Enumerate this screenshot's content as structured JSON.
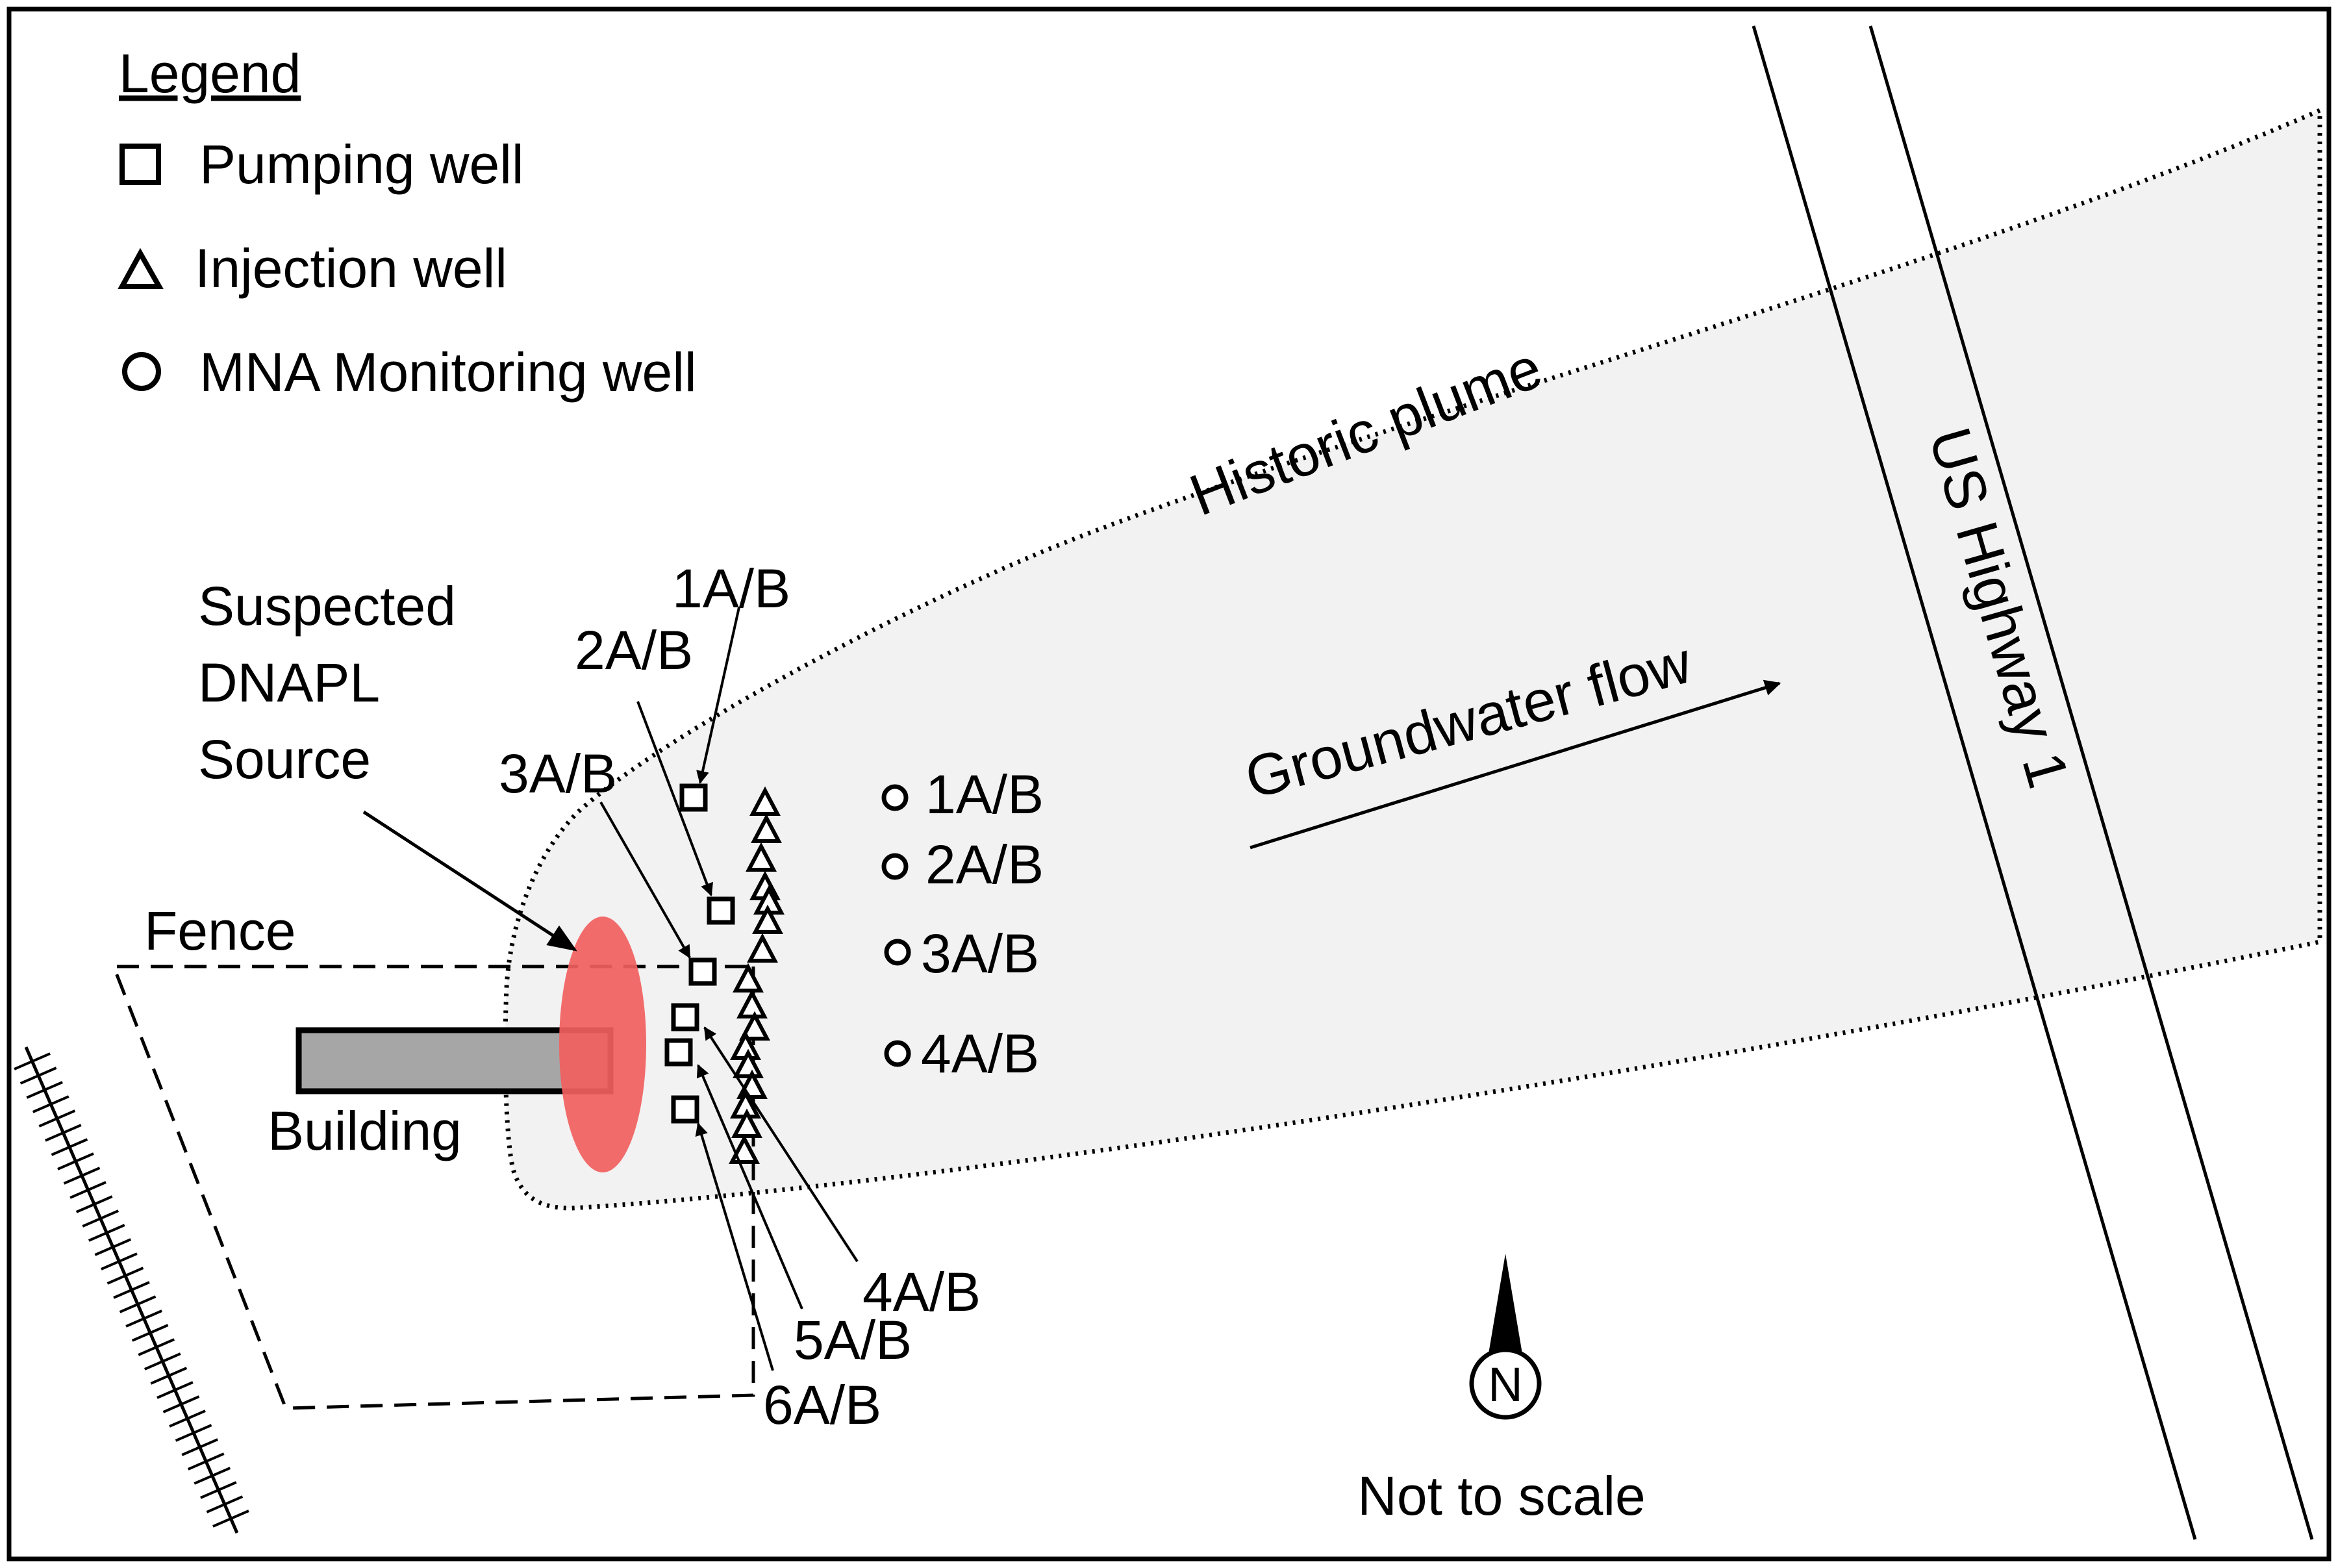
{
  "legend": {
    "title": "Legend",
    "items": [
      {
        "symbol": "square-icon",
        "label": "Pumping well"
      },
      {
        "symbol": "triangle-icon",
        "label": "Injection well"
      },
      {
        "symbol": "circle-icon",
        "label": "MNA Monitoring well"
      }
    ]
  },
  "labels": {
    "historic_plume": "Historic plume",
    "groundwater_flow": "Groundwater flow",
    "highway": "US Highway 1",
    "source_line1": "Suspected",
    "source_line2": "DNAPL",
    "source_line3": "Source",
    "fence": "Fence",
    "building": "Building",
    "north": "N",
    "scale_note": "Not to scale"
  },
  "pumping_wells": [
    "1A/B",
    "2A/B",
    "3A/B",
    "4A/B",
    "5A/B",
    "6A/B"
  ],
  "monitoring_wells": [
    "1A/B",
    "2A/B",
    "3A/B",
    "4A/B"
  ],
  "colors": {
    "plume_fill": "#f2f2f2",
    "source_fill": "#f26060",
    "building_fill": "#a6a6a6",
    "line": "#000000"
  }
}
